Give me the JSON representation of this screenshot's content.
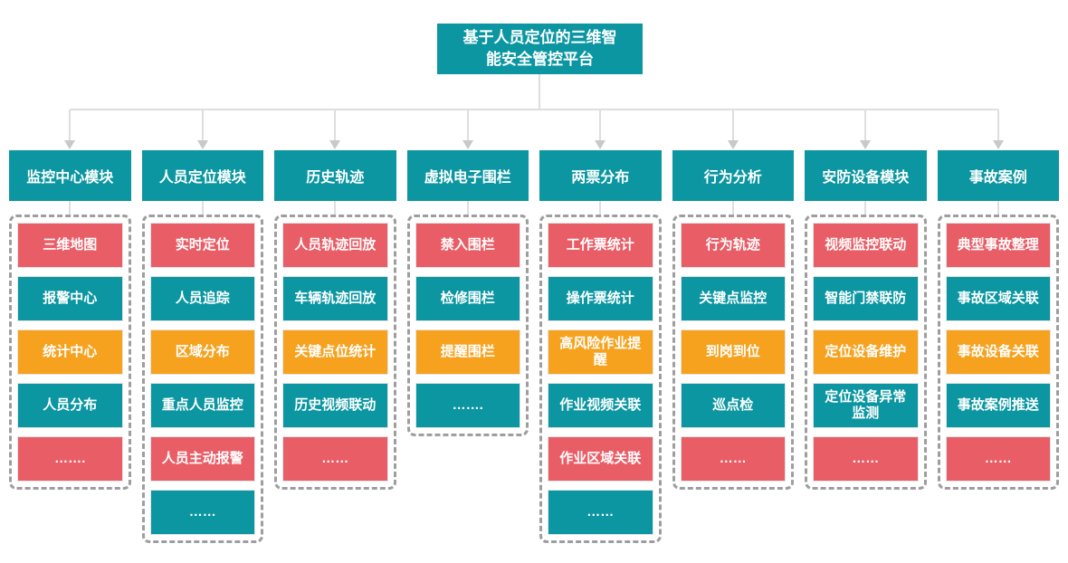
{
  "palette": {
    "teal": "#0B96A1",
    "red": "#E95D66",
    "orange": "#F6A21E",
    "line": "#DEDEDE",
    "arrow": "#C9C9C9",
    "dash": "#9E9E9E",
    "text": "#FFFFFF",
    "background": "#FFFFFF"
  },
  "root": {
    "title": "基于人员定位的三维智\n能安全管控平台"
  },
  "modules": [
    {
      "title": "监控中心模块",
      "items": [
        {
          "label": "三维地图",
          "color": "red"
        },
        {
          "label": "报警中心",
          "color": "teal"
        },
        {
          "label": "统计中心",
          "color": "orange"
        },
        {
          "label": "人员分布",
          "color": "teal"
        },
        {
          "label": "…….",
          "color": "red"
        }
      ]
    },
    {
      "title": "人员定位模块",
      "items": [
        {
          "label": "实时定位",
          "color": "red"
        },
        {
          "label": "人员追踪",
          "color": "teal"
        },
        {
          "label": "区域分布",
          "color": "orange"
        },
        {
          "label": "重点人员监控",
          "color": "teal"
        },
        {
          "label": "人员主动报警",
          "color": "red"
        },
        {
          "label": "……",
          "color": "teal"
        }
      ]
    },
    {
      "title": "历史轨迹",
      "items": [
        {
          "label": "人员轨迹回放",
          "color": "red"
        },
        {
          "label": "车辆轨迹回放",
          "color": "teal"
        },
        {
          "label": "关键点位统计",
          "color": "orange"
        },
        {
          "label": "历史视频联动",
          "color": "teal"
        },
        {
          "label": "……",
          "color": "red"
        }
      ]
    },
    {
      "title": "虚拟电子围栏",
      "items": [
        {
          "label": "禁入围栏",
          "color": "red"
        },
        {
          "label": "检修围栏",
          "color": "teal"
        },
        {
          "label": "提醒围栏",
          "color": "orange"
        },
        {
          "label": "…….",
          "color": "teal"
        }
      ]
    },
    {
      "title": "两票分布",
      "items": [
        {
          "label": "工作票统计",
          "color": "red"
        },
        {
          "label": "操作票统计",
          "color": "teal"
        },
        {
          "label": "高风险作业提\n醒",
          "color": "orange"
        },
        {
          "label": "作业视频关联",
          "color": "teal"
        },
        {
          "label": "作业区域关联",
          "color": "red"
        },
        {
          "label": "……",
          "color": "teal"
        }
      ]
    },
    {
      "title": "行为分析",
      "items": [
        {
          "label": "行为轨迹",
          "color": "red"
        },
        {
          "label": "关键点监控",
          "color": "teal"
        },
        {
          "label": "到岗到位",
          "color": "orange"
        },
        {
          "label": "巡点检",
          "color": "teal"
        },
        {
          "label": "……",
          "color": "red"
        }
      ]
    },
    {
      "title": "安防设备模块",
      "items": [
        {
          "label": "视频监控联动",
          "color": "red"
        },
        {
          "label": "智能门禁联防",
          "color": "teal"
        },
        {
          "label": "定位设备维护",
          "color": "orange"
        },
        {
          "label": "定位设备异常\n监测",
          "color": "teal"
        },
        {
          "label": "……",
          "color": "red"
        }
      ]
    },
    {
      "title": "事故案例",
      "items": [
        {
          "label": "典型事故整理",
          "color": "red"
        },
        {
          "label": "事故区域关联",
          "color": "teal"
        },
        {
          "label": "事故设备关联",
          "color": "orange"
        },
        {
          "label": "事故案例推送",
          "color": "teal"
        },
        {
          "label": "……",
          "color": "red"
        }
      ]
    }
  ]
}
